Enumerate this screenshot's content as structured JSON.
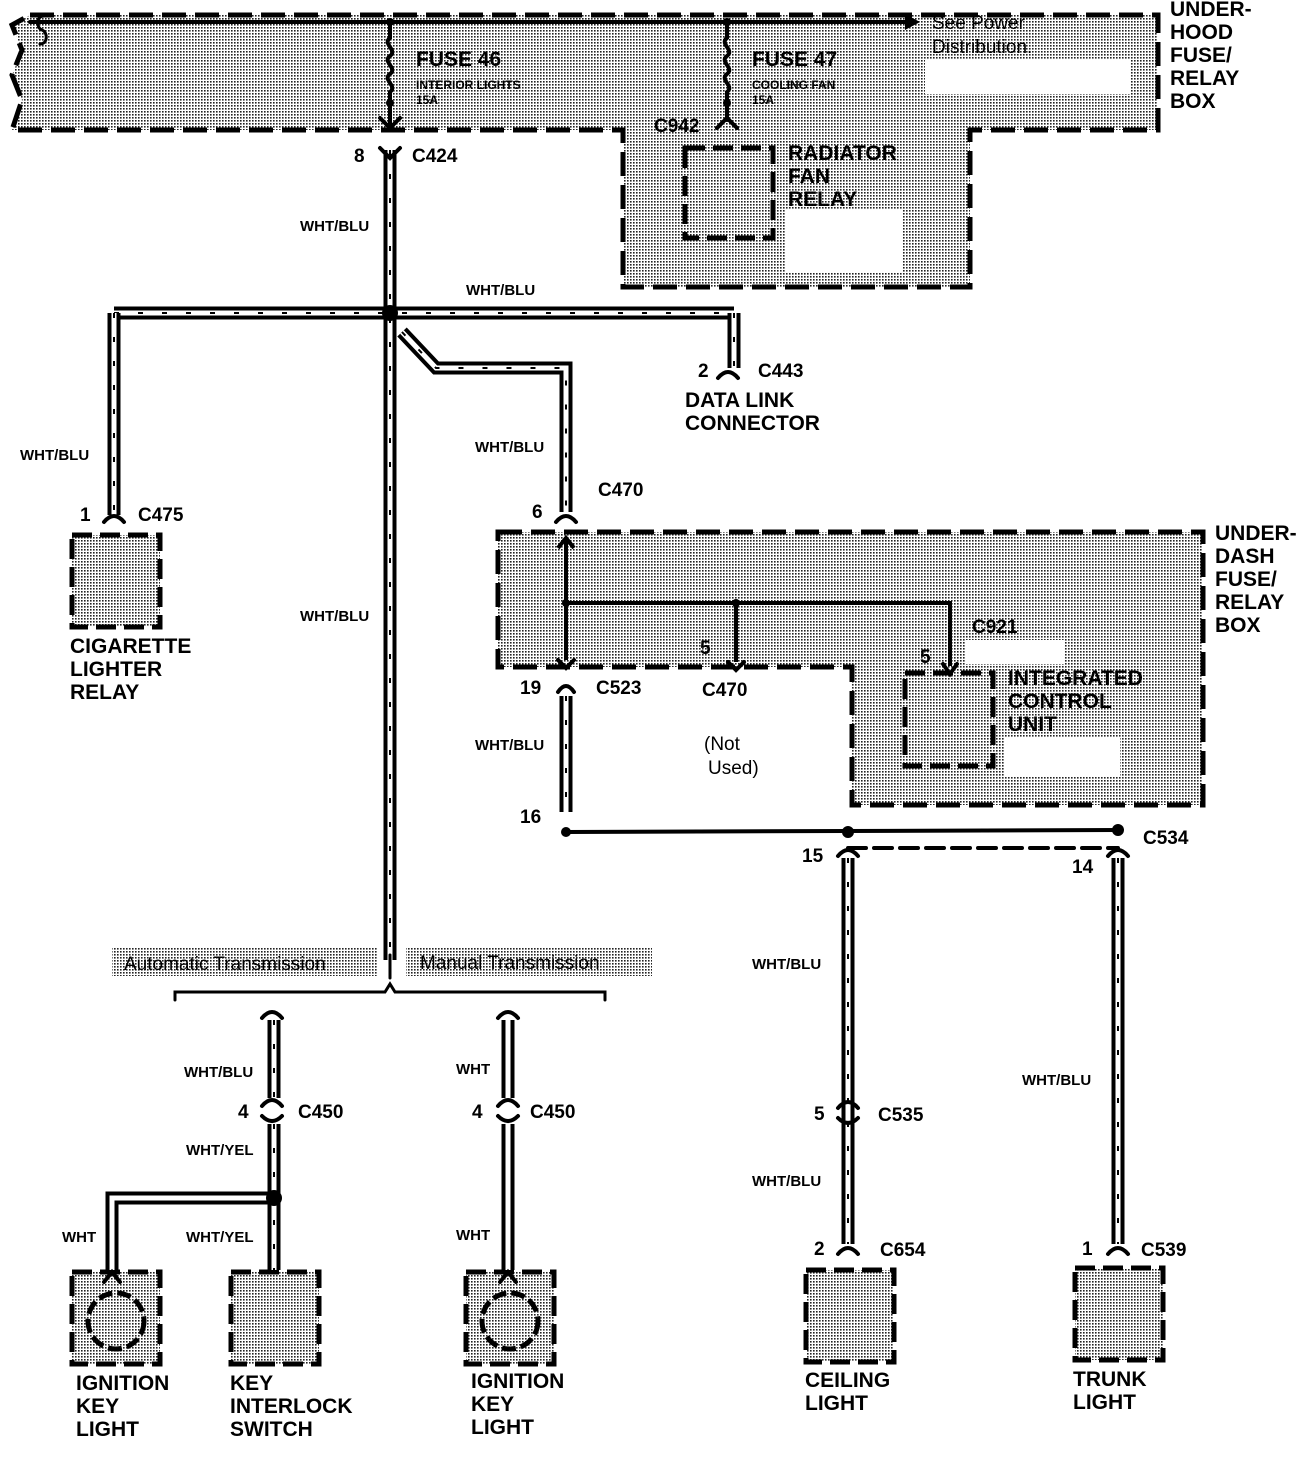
{
  "underhood_box": {
    "label_lines": [
      "UNDER-",
      "HOOD",
      "FUSE/",
      "RELAY",
      "BOX"
    ],
    "see_power_lines": [
      "See Power",
      "Distribution."
    ]
  },
  "fuse46": {
    "name": "FUSE 46",
    "desc": "INTERIOR LIGHTS",
    "rating": "15A"
  },
  "fuse47": {
    "name": "FUSE 47",
    "desc": "COOLING FAN",
    "rating": "15A"
  },
  "radiator_fan_relay": {
    "connector": "C942",
    "label_lines": [
      "RADIATOR",
      "FAN",
      "RELAY"
    ]
  },
  "c424": {
    "pin": "8",
    "name": "C424"
  },
  "wires": {
    "main_top": "WHT/BLU",
    "branch_top": "WHT/BLU",
    "left_branch": "WHT/BLU",
    "mid_branch": "WHT/BLU",
    "main_down": "WHT/BLU",
    "c523_down": "WHT/BLU",
    "ceiling_upper": "WHT/BLU",
    "ceiling_lower": "WHT/BLU",
    "trunk": "WHT/BLU",
    "auto_upper": "WHT/BLU",
    "auto_lower": "WHT/YEL",
    "ign_auto": "WHT",
    "key_switch": "WHT/YEL",
    "manual_upper": "WHT",
    "manual_lower": "WHT"
  },
  "data_link": {
    "pin": "2",
    "connector": "C443",
    "label_lines": [
      "DATA LINK",
      "CONNECTOR"
    ]
  },
  "cig_relay": {
    "pin": "1",
    "connector": "C475",
    "label_lines": [
      "CIGARETTE",
      "LIGHTER",
      "RELAY"
    ]
  },
  "c470_top": {
    "pin": "6",
    "name": "C470"
  },
  "underdash_box": {
    "label_lines": [
      "UNDER-",
      "DASH",
      "FUSE/",
      "RELAY",
      "BOX"
    ]
  },
  "icu": {
    "connector": "C921",
    "pin": "5",
    "label_lines": [
      "INTEGRATED",
      "CONTROL",
      "UNIT"
    ]
  },
  "c523": {
    "pin": "19",
    "name": "C523"
  },
  "c470_bottom": {
    "pin": "5",
    "name": "C470",
    "note_lines": [
      "(Not",
      "Used)"
    ]
  },
  "pin16": "16",
  "c534": {
    "name": "C534",
    "pin_ceiling": "15",
    "pin_trunk": "14"
  },
  "c535": {
    "pin": "5",
    "name": "C535"
  },
  "ceiling_light": {
    "pin": "2",
    "connector": "C654",
    "label_lines": [
      "CEILING",
      "LIGHT"
    ]
  },
  "trunk_light": {
    "pin": "1",
    "connector": "C539",
    "label_lines": [
      "TRUNK",
      "LIGHT"
    ]
  },
  "transmission": {
    "auto": "Automatic Transmission",
    "manual": "Manual Transmission"
  },
  "c450_auto": {
    "pin": "4",
    "name": "C450"
  },
  "c450_manual": {
    "pin": "4",
    "name": "C450"
  },
  "ign_key_light_auto": {
    "label_lines": [
      "IGNITION",
      "KEY",
      "LIGHT"
    ]
  },
  "key_interlock": {
    "label_lines": [
      "KEY",
      "INTERLOCK",
      "SWITCH"
    ]
  },
  "ign_key_light_manual": {
    "label_lines": [
      "IGNITION",
      "KEY",
      "LIGHT"
    ]
  }
}
